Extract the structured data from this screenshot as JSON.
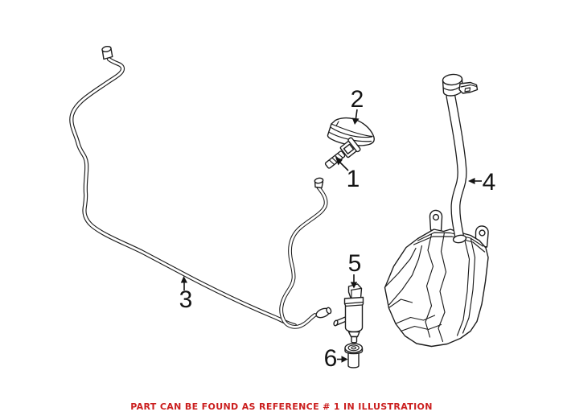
{
  "illustration": {
    "callouts": [
      {
        "label": "1"
      },
      {
        "label": "2"
      },
      {
        "label": "3"
      },
      {
        "label": "4"
      },
      {
        "label": "5"
      },
      {
        "label": "6"
      }
    ]
  },
  "footer": {
    "note": "PART CAN BE FOUND AS REFERENCE # 1 IN ILLUSTRATION"
  },
  "colors": {
    "line": "#1d1d1d",
    "background": "#ffffff",
    "note_red": "#cb1f1f"
  }
}
